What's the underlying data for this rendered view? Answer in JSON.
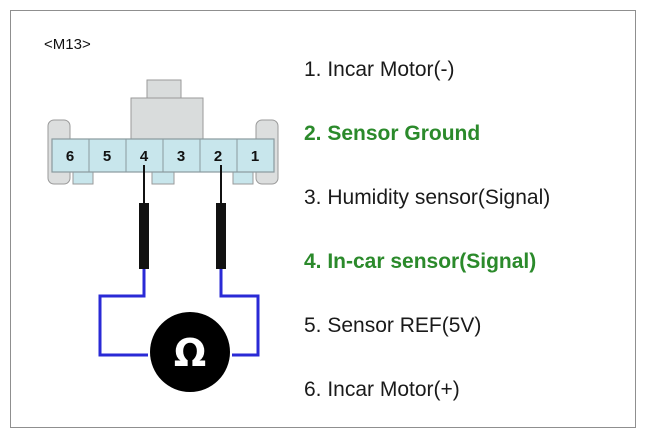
{
  "connector": {
    "id_label": "<M13>",
    "pins": [
      "6",
      "5",
      "4",
      "3",
      "2",
      "1"
    ],
    "measured_pins": [
      "4",
      "2"
    ],
    "meter_symbol": "Ω"
  },
  "pin_list": [
    {
      "text": "1. Incar Motor(-)",
      "highlight": false
    },
    {
      "text": "2. Sensor Ground",
      "highlight": true
    },
    {
      "text": "3. Humidity sensor(Signal)",
      "highlight": false
    },
    {
      "text": "4. In-car sensor(Signal)",
      "highlight": true
    },
    {
      "text": "5. Sensor REF(5V)",
      "highlight": false
    },
    {
      "text": "6. Incar Motor(+)",
      "highlight": false
    }
  ],
  "colors": {
    "connector_fill": "#c8e6ec",
    "connector_tab": "#d9dcdc",
    "probe_wire": "#2a2ad6",
    "meter_fill": "#000000",
    "highlight_text": "#2b8a2b"
  }
}
